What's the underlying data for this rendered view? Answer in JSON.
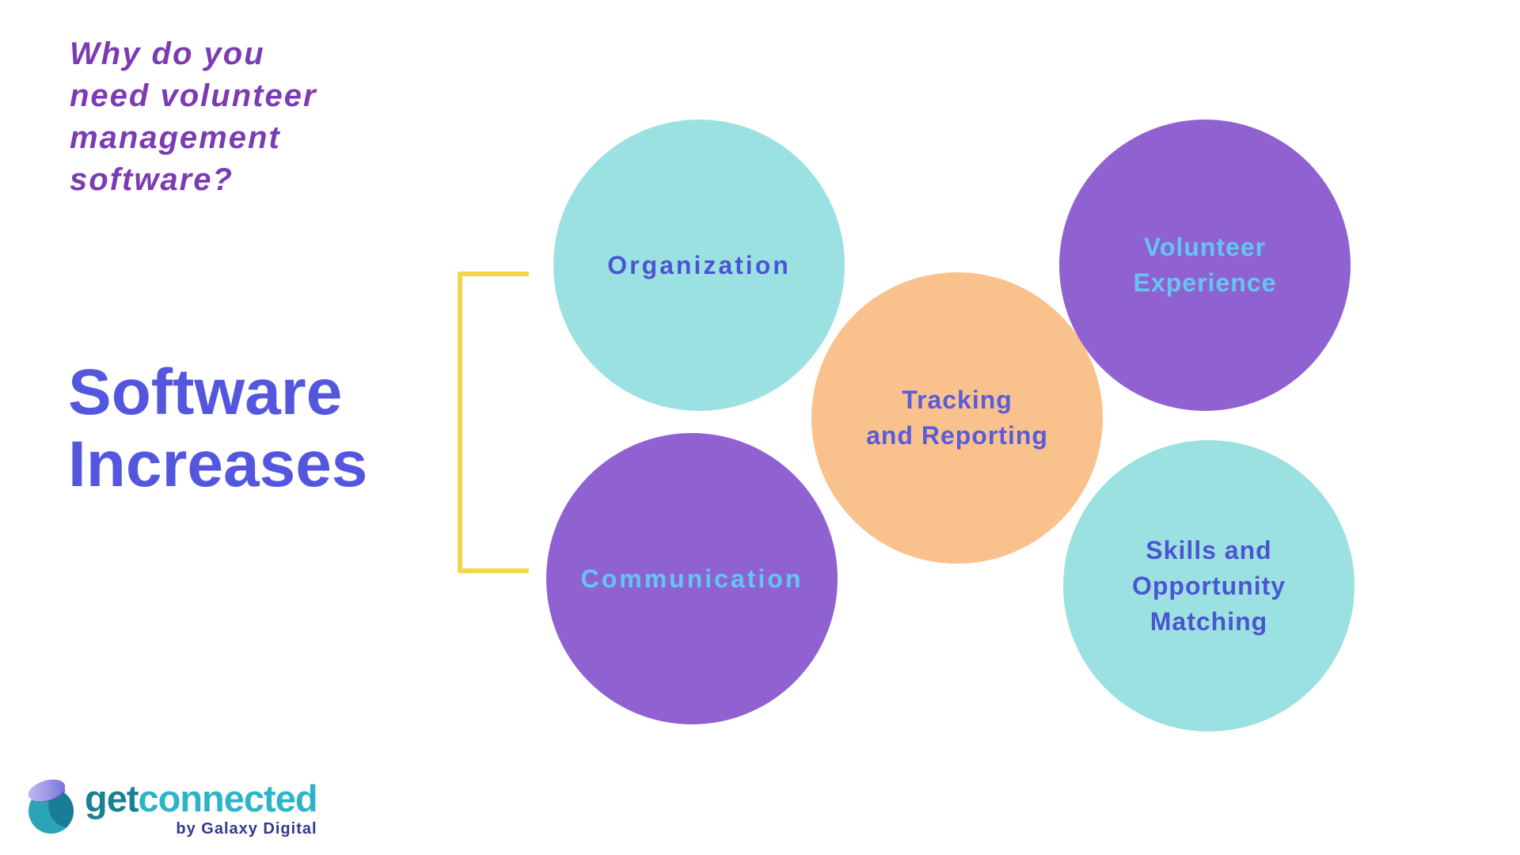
{
  "header": {
    "question": "Why do you\nneed volunteer\nmanagement\nsoftware?",
    "title": "Software\nIncreases"
  },
  "circles": [
    {
      "id": "organization",
      "label": "Organization",
      "bg": "#9ce1e1",
      "text_color": "#4b55d1"
    },
    {
      "id": "communication",
      "label": "Communication",
      "bg": "#9062d1",
      "text_color": "#63c6f1"
    },
    {
      "id": "tracking-reporting",
      "label": "Tracking\nand Reporting",
      "bg": "#f9c28d",
      "text_color": "#5a5cd8"
    },
    {
      "id": "volunteer-experience",
      "label": "Volunteer\nExperience",
      "bg": "#9062d1",
      "text_color": "#63c6f1"
    },
    {
      "id": "skills-opportunity-matching",
      "label": "Skills and\nOpportunity\nMatching",
      "bg": "#9ce1e1",
      "text_color": "#4b55d1"
    }
  ],
  "logo": {
    "brand_get": "get",
    "brand_connected": "connected",
    "byline": "by Galaxy Digital"
  },
  "colors": {
    "background": "#ffffff",
    "question_purple": "#7b3cb3",
    "title_blue": "#5457de",
    "bracket_yellow": "#f5d54e",
    "logo_get": "#1a8093",
    "logo_connected": "#2db4c7",
    "logo_byline": "#33388f"
  }
}
